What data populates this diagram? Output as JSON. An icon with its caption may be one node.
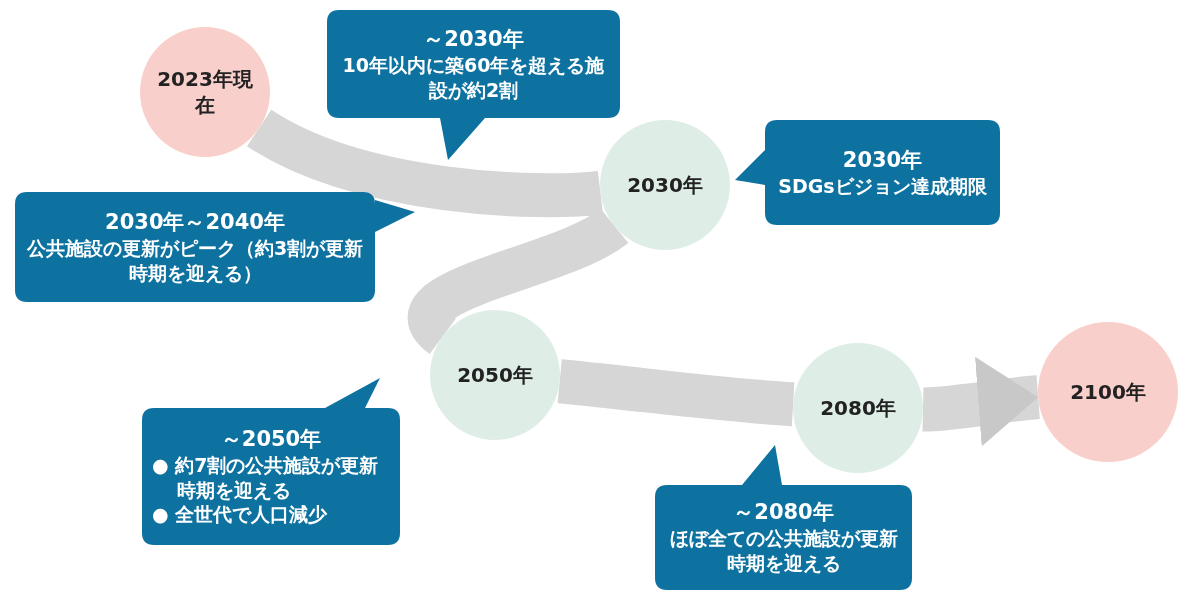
{
  "diagram": {
    "nodes": [
      {
        "text": [
          "2023年現在"
        ]
      },
      {
        "text": [
          "～2030年",
          "10年以内に築60年を超える施設が約2割"
        ]
      },
      {
        "text": [
          "2030年"
        ]
      },
      {
        "text": [
          "2030年",
          "SDGsビジョン達成期限"
        ]
      },
      {
        "text": [
          "2030年～2040年",
          "公共施設の更新がピーク（約3割が更新時期を迎える）"
        ]
      },
      {
        "text": [
          "2050年"
        ]
      },
      {
        "text": [
          "～2050年",
          "● 約7割の公共施設が更新時期を迎える",
          "● 全世代で人口減少"
        ]
      },
      {
        "text": [
          "2080年"
        ]
      },
      {
        "text": [
          "～2080年",
          "ほぼ全ての公共施設が更新時期を迎える"
        ]
      },
      {
        "text": [
          "2100年"
        ]
      }
    ],
    "edges": [
      {
        "from": 0,
        "to": 2,
        "arrow": "none"
      },
      {
        "from": 2,
        "to": 5,
        "arrow": "none"
      },
      {
        "from": 5,
        "to": 7,
        "arrow": "none"
      },
      {
        "from": 7,
        "to": 9,
        "arrow": "to"
      }
    ]
  }
}
